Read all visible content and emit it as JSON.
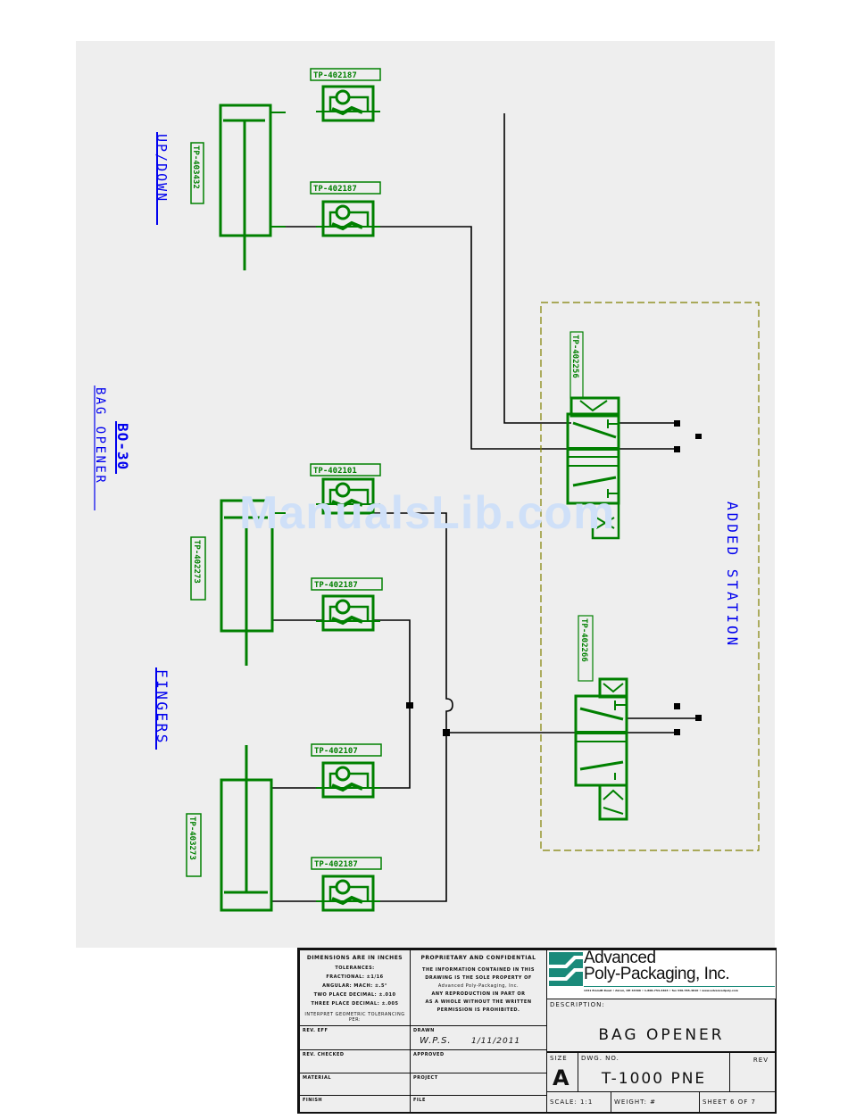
{
  "watermark": "ManualsLib.com",
  "labels": {
    "updown": "UP/DOWN",
    "bo30": "BO-30",
    "bag_opener": "BAG OPENER",
    "fingers": "FINGERS",
    "added_station": "ADDED STATION"
  },
  "components": {
    "flow_controls": [
      "TP-402187",
      "TP-402187",
      "TP-402101",
      "TP-402187",
      "TP-402107",
      "TP-402187"
    ],
    "cylinders": [
      "TP-403432",
      "TP-402273",
      "TP-403273"
    ],
    "valves": [
      "TP-402256",
      "TP-402266"
    ]
  },
  "title_block": {
    "dimensions_header": "DIMENSIONS ARE IN INCHES",
    "tolerances": [
      "TOLERANCES:",
      "FRACTIONAL: ±1/16",
      "ANGULAR: MACH: ±.5°",
      "TWO PLACE DECIMAL: ±.010",
      "THREE PLACE DECIMAL: ±.005"
    ],
    "interpret": "INTERPRET GEOMETRIC TOLERANCING PER:",
    "proprietary_header": "PROPRIETARY AND CONFIDENTIAL",
    "proprietary_text": [
      "THE INFORMATION CONTAINED IN THIS",
      "DRAWING IS THE SOLE PROPERTY OF",
      "Advanced Poly-Packaging, Inc.",
      "ANY REPRODUCTION IN PART OR",
      "AS A WHOLE WITHOUT THE WRITTEN",
      "PERMISSION IS PROHIBITED."
    ],
    "rev_eff": "REV. EFF",
    "drawn_label": "DRAWN",
    "drawn_by": "W.P.S.",
    "drawn_date": "1/11/2011",
    "rev_checked": "REV. CHECKED",
    "approved": "APPROVED",
    "material": "MATERIAL",
    "project": "PROJECT",
    "finish": "FINISH",
    "file": "FILE",
    "company_line1": "Advanced",
    "company_line2": "Poly-Packaging, Inc.",
    "company_address": "1331 Emmitt Road • Akron, OH 44306 • 1-800-754-4403 • fax 330-785-4010 • www.advancedpoly.com",
    "description_label": "DESCRIPTION:",
    "description": "BAG OPENER",
    "size_label": "SIZE",
    "size": "A",
    "dwg_no_label": "DWG. NO.",
    "dwg_no": "T-1000 PNE",
    "rev_label": "REV",
    "scale": "SCALE: 1:1",
    "weight": "WEIGHT: #",
    "sheet": "SHEET 6 OF 7"
  },
  "colors": {
    "component": "#008000",
    "annotation": "#0000ee",
    "station_border": "#808000",
    "line": "#000000",
    "logo": "#1a8a7a"
  }
}
